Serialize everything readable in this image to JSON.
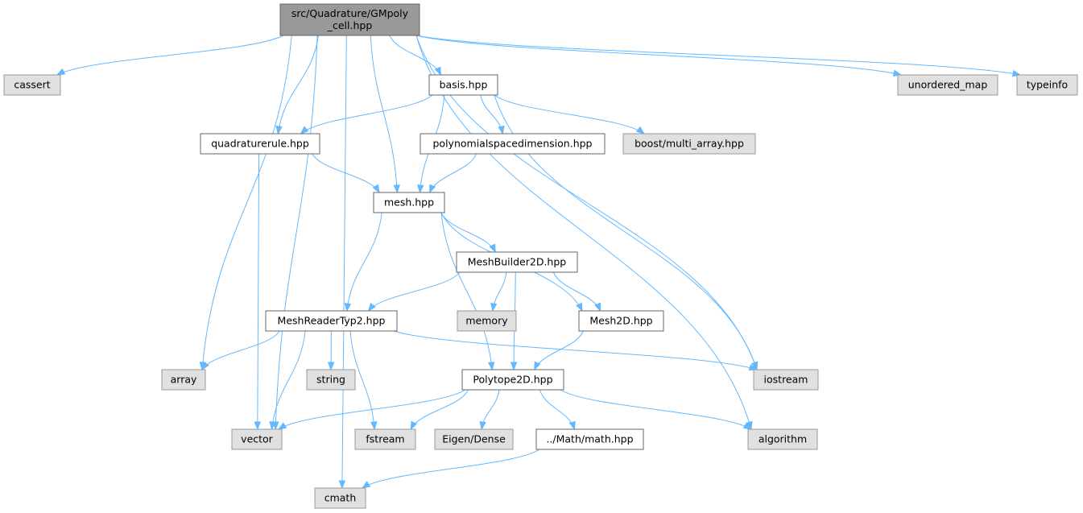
{
  "graph": {
    "nodes": [
      {
        "id": "root",
        "kind": "root",
        "lines": [
          "src/Quadrature/GMpoly",
          "_cell.hpp"
        ]
      },
      {
        "id": "cassert",
        "kind": "sys",
        "lines": [
          "cassert"
        ]
      },
      {
        "id": "basis",
        "kind": "file",
        "lines": [
          "basis.hpp"
        ]
      },
      {
        "id": "unordered_map",
        "kind": "sys",
        "lines": [
          "unordered_map"
        ]
      },
      {
        "id": "typeinfo",
        "kind": "sys",
        "lines": [
          "typeinfo"
        ]
      },
      {
        "id": "quadraturerule",
        "kind": "file",
        "lines": [
          "quadraturerule.hpp"
        ]
      },
      {
        "id": "polynomialspacedimension",
        "kind": "file",
        "lines": [
          "polynomialspacedimension.hpp"
        ]
      },
      {
        "id": "boost_multi_array",
        "kind": "sys",
        "lines": [
          "boost/multi_array.hpp"
        ]
      },
      {
        "id": "mesh",
        "kind": "file",
        "lines": [
          "mesh.hpp"
        ]
      },
      {
        "id": "meshbuilder2d",
        "kind": "file",
        "lines": [
          "MeshBuilder2D.hpp"
        ]
      },
      {
        "id": "meshreadertyp2",
        "kind": "file",
        "lines": [
          "MeshReaderTyp2.hpp"
        ]
      },
      {
        "id": "memory",
        "kind": "sys",
        "lines": [
          "memory"
        ]
      },
      {
        "id": "mesh2d",
        "kind": "file",
        "lines": [
          "Mesh2D.hpp"
        ]
      },
      {
        "id": "array",
        "kind": "sys",
        "lines": [
          "array"
        ]
      },
      {
        "id": "string",
        "kind": "sys",
        "lines": [
          "string"
        ]
      },
      {
        "id": "polytope2d",
        "kind": "file",
        "lines": [
          "Polytope2D.hpp"
        ]
      },
      {
        "id": "iostream",
        "kind": "sys",
        "lines": [
          "iostream"
        ]
      },
      {
        "id": "vector",
        "kind": "sys",
        "lines": [
          "vector"
        ]
      },
      {
        "id": "fstream",
        "kind": "sys",
        "lines": [
          "fstream"
        ]
      },
      {
        "id": "eigen_dense",
        "kind": "sys",
        "lines": [
          "Eigen/Dense"
        ]
      },
      {
        "id": "math",
        "kind": "file",
        "lines": [
          "../Math/math.hpp"
        ]
      },
      {
        "id": "algorithm",
        "kind": "sys",
        "lines": [
          "algorithm"
        ]
      },
      {
        "id": "cmath",
        "kind": "sys",
        "lines": [
          "cmath"
        ]
      }
    ],
    "edges": [
      [
        "root",
        "cassert"
      ],
      [
        "root",
        "basis"
      ],
      [
        "root",
        "unordered_map"
      ],
      [
        "root",
        "typeinfo"
      ],
      [
        "root",
        "quadraturerule"
      ],
      [
        "root",
        "mesh"
      ],
      [
        "root",
        "array"
      ],
      [
        "root",
        "vector"
      ],
      [
        "root",
        "cmath"
      ],
      [
        "root",
        "iostream"
      ],
      [
        "root",
        "algorithm"
      ],
      [
        "basis",
        "quadraturerule"
      ],
      [
        "basis",
        "mesh"
      ],
      [
        "basis",
        "polynomialspacedimension"
      ],
      [
        "basis",
        "boost_multi_array"
      ],
      [
        "basis",
        "iostream"
      ],
      [
        "quadraturerule",
        "mesh"
      ],
      [
        "quadraturerule",
        "vector"
      ],
      [
        "polynomialspacedimension",
        "mesh"
      ],
      [
        "mesh",
        "meshbuilder2d"
      ],
      [
        "mesh",
        "meshreadertyp2"
      ],
      [
        "mesh",
        "mesh2d"
      ],
      [
        "mesh",
        "polytope2d"
      ],
      [
        "meshbuilder2d",
        "meshreadertyp2"
      ],
      [
        "meshbuilder2d",
        "memory"
      ],
      [
        "meshbuilder2d",
        "mesh2d"
      ],
      [
        "meshbuilder2d",
        "polytope2d"
      ],
      [
        "meshreadertyp2",
        "array"
      ],
      [
        "meshreadertyp2",
        "string"
      ],
      [
        "meshreadertyp2",
        "vector"
      ],
      [
        "meshreadertyp2",
        "fstream"
      ],
      [
        "meshreadertyp2",
        "iostream"
      ],
      [
        "mesh2d",
        "polytope2d"
      ],
      [
        "polytope2d",
        "vector"
      ],
      [
        "polytope2d",
        "fstream"
      ],
      [
        "polytope2d",
        "eigen_dense"
      ],
      [
        "polytope2d",
        "math"
      ],
      [
        "polytope2d",
        "algorithm"
      ],
      [
        "math",
        "cmath"
      ]
    ]
  }
}
